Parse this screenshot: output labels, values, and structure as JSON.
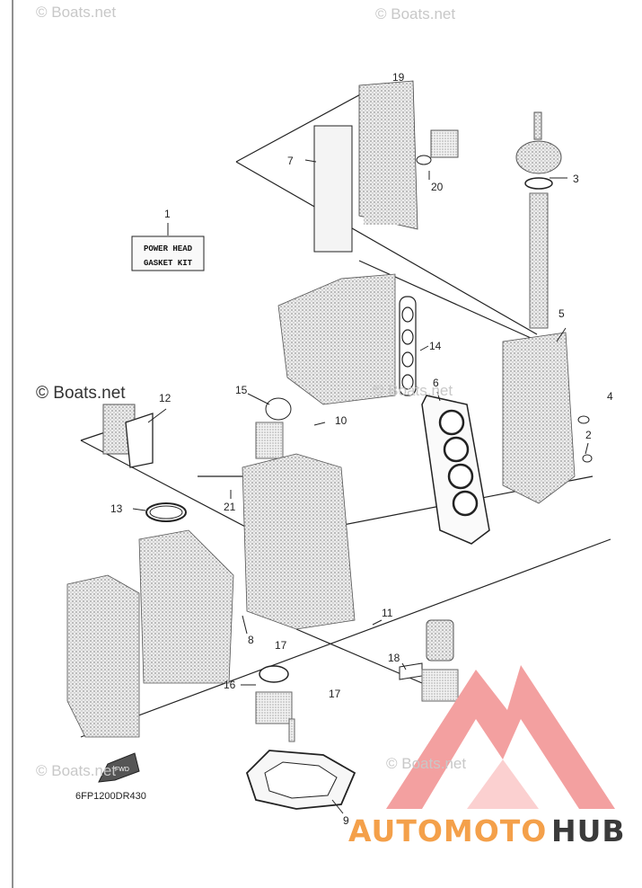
{
  "watermarks": {
    "top_left": "© Boats.net",
    "top_right": "© Boats.net",
    "mid_left": "© Boats.net",
    "mid_right": "© Boats.net",
    "bottom_left": "© Boats.net",
    "bottom_right": "© Boats.net"
  },
  "kit_label": {
    "line1": "POWER HEAD",
    "line2": "GASKET KIT"
  },
  "callouts": [
    "1",
    "2",
    "3",
    "4",
    "5",
    "6",
    "7",
    "8",
    "9",
    "10",
    "11",
    "12",
    "13",
    "14",
    "15",
    "16",
    "17",
    "17",
    "18",
    "19",
    "20",
    "21"
  ],
  "diagram_code": "6FP1200DR430",
  "fwd_label": "FWD",
  "logo": {
    "part1": "AUTOMOTO",
    "part2": "HUB",
    "color1": "#f4a04a",
    "color2": "#3a3a3a",
    "mark_color": "#f3a0a0"
  },
  "colors": {
    "line": "#222222",
    "part_fill": "#cfcfcf",
    "watermark": "#c8c8c8"
  }
}
